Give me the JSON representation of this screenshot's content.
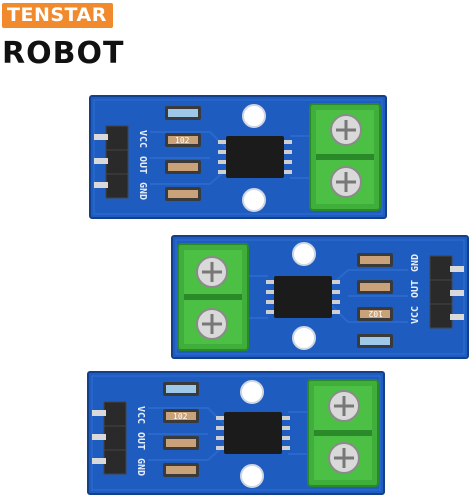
{
  "brand": {
    "line1": "TENSTAR",
    "line2": "ROBOT",
    "badge_color": "#f08a2c",
    "text_color": "#111111"
  },
  "colors": {
    "pcb": "#1e5cc0",
    "pcb_edge": "#143f8a",
    "terminal": "#3fae3a",
    "chip": "#1b1b1b",
    "header": "#2a2a2a"
  },
  "boards": [
    {
      "pin_labels": [
        "VCC",
        "OUT",
        "GND"
      ],
      "resistor_code": "102"
    },
    {
      "pin_labels": [
        "VCC",
        "OUT",
        "GND"
      ],
      "resistor_code": "102"
    },
    {
      "pin_labels": [
        "VCC",
        "OUT",
        "GND"
      ],
      "resistor_code": "102"
    }
  ]
}
